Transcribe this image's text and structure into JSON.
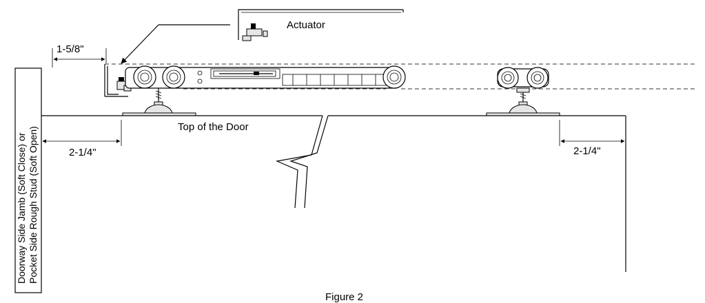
{
  "labels": {
    "actuator": "Actuator",
    "top_of_door": "Top of the Door",
    "dim_top_left": "1-5/8\"",
    "dim_left": "2-1/4\"",
    "dim_right": "2-1/4\"",
    "side_line1": "Doorway Side Jamb (Soft Close) or",
    "side_line2": "Pocket Side Rough Stud (Soft Open)",
    "caption": "Figure 2"
  }
}
